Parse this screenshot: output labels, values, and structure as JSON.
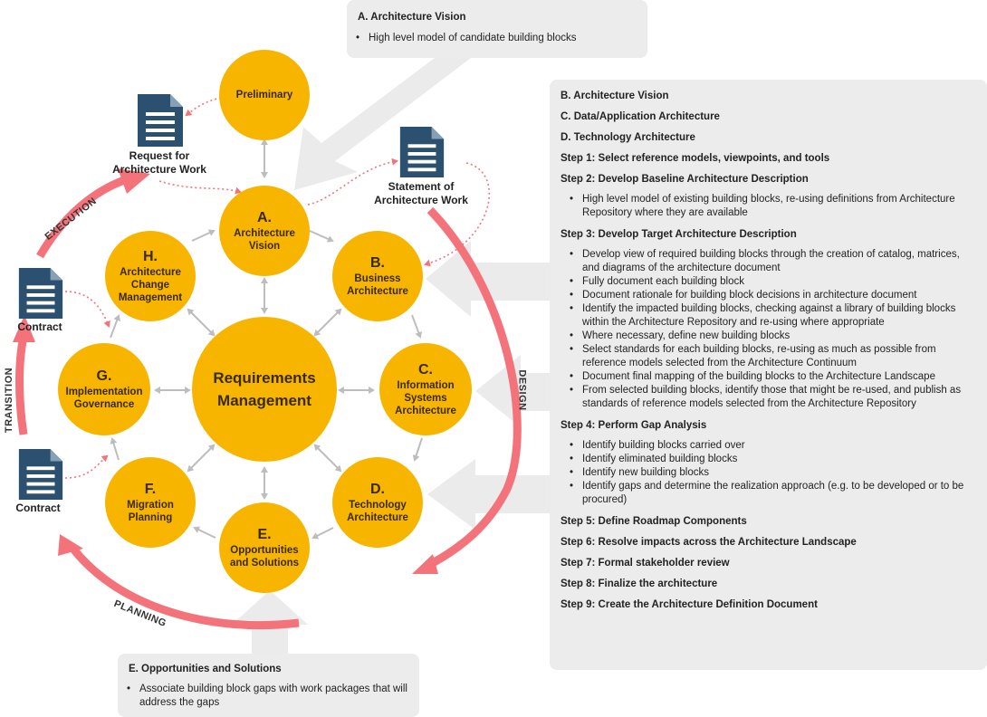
{
  "colors": {
    "node_fill": "#f7b500",
    "doc_icon": "#2c5070",
    "cycle_arrow": "#f4737b",
    "panel_bg": "#ececec",
    "link_arrow": "#c8c8c8"
  },
  "nodes": {
    "preliminary": {
      "title": "Preliminary"
    },
    "a": {
      "letter": "A.",
      "title": "Architecture Vision"
    },
    "b": {
      "letter": "B.",
      "title": "Business Architecture"
    },
    "c": {
      "letter": "C.",
      "title": "Information Systems Architecture"
    },
    "d": {
      "letter": "D.",
      "title": "Technology Architecture"
    },
    "e": {
      "letter": "E.",
      "title": "Opportunities and Solutions"
    },
    "f": {
      "letter": "F.",
      "title": "Migration Planning"
    },
    "g": {
      "letter": "G.",
      "title": "Implementation Governance"
    },
    "h": {
      "letter": "H.",
      "title": "Architecture Change Management"
    },
    "center": {
      "title": "Requirements Management"
    }
  },
  "documents": {
    "request": {
      "label": "Request for Architecture Work",
      "icon": "document-icon"
    },
    "statement": {
      "label": "Statement of Architecture Work",
      "icon": "document-icon"
    },
    "contract_top": {
      "label": "Contract",
      "icon": "document-icon"
    },
    "contract_bottom": {
      "label": "Contract",
      "icon": "document-icon"
    }
  },
  "phases": {
    "execution": "EXECUTION",
    "transition": "TRANSITION",
    "planning": "PLANNING",
    "design": "DESIGN"
  },
  "panel_top": {
    "title": "A. Architecture Vision",
    "bullets": [
      "High level model of candidate building blocks"
    ]
  },
  "panel_bottom": {
    "title": "E. Opportunities and Solutions",
    "bullets": [
      "Associate building block gaps with work packages that will address the gaps"
    ]
  },
  "panel_right": {
    "lines": [
      "B. Architecture Vision",
      "C. Data/Application Architecture",
      "D. Technology Architecture",
      "Step 1: Select reference models, viewpoints, and tools",
      "Step 2: Develop Baseline Architecture Description"
    ],
    "step2_bullets": [
      "High level model of existing building blocks, re-using definitions from Architecture Repository where they are available"
    ],
    "step3_title": "Step 3: Develop Target Architecture Description",
    "step3_bullets": [
      "Develop view of required building blocks through the creation of catalog, matrices, and diagrams of the architecture document",
      "Fully document each building block",
      "Document rationale for building block decisions in architecture document",
      "Identify the impacted building blocks, checking against a library of building blocks within the Architecture Repository and re-using where appropriate",
      "Where necessary, define new building blocks",
      "Select standards for each building blocks, re-using as much as possible from reference models selected from the Architecture Continuum",
      "Document final mapping of the building blocks to the Architecture Landscape",
      "From selected building blocks, identify those that might be re-used, and publish as standards of reference models selected from the Architecture Repository"
    ],
    "step4_title": "Step 4: Perform Gap Analysis",
    "step4_bullets": [
      "Identify building blocks carried over",
      "Identify eliminated building blocks",
      "Identify new building blocks",
      "Identify gaps and determine the realization approach (e.g. to be developed or to be procured)"
    ],
    "later_steps": [
      "Step 5: Define Roadmap Components",
      "Step 6: Resolve impacts across the Architecture Landscape",
      "Step 7: Formal stakeholder review",
      "Step 8: Finalize the architecture",
      "Step 9: Create the Architecture Definition Document"
    ]
  }
}
